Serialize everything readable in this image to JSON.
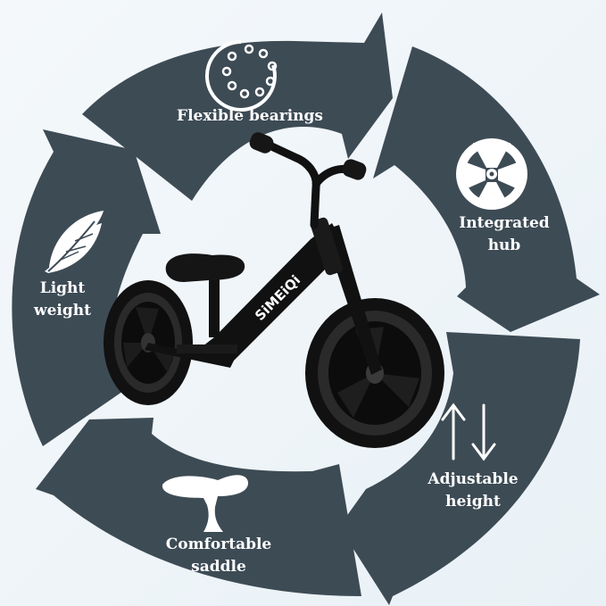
{
  "features": [
    {
      "id": "bearings",
      "lines": [
        "Flexible bearings"
      ],
      "icon": "bearing-icon"
    },
    {
      "id": "hub",
      "lines": [
        "Integrated",
        "hub"
      ],
      "icon": "wheel-hub-icon"
    },
    {
      "id": "height",
      "lines": [
        "Adjustable",
        "height"
      ],
      "icon": "up-down-arrows-icon"
    },
    {
      "id": "saddle",
      "lines": [
        "Comfortable",
        "saddle"
      ],
      "icon": "saddle-icon"
    },
    {
      "id": "weight",
      "lines": [
        "Light",
        "weight"
      ],
      "icon": "feather-icon"
    }
  ],
  "bike": {
    "brand_text": "SiMEiQi"
  },
  "colors": {
    "arrow": "#3d4b55",
    "bike": "#111111",
    "background": "#eef4f8",
    "text": "#ffffff"
  }
}
